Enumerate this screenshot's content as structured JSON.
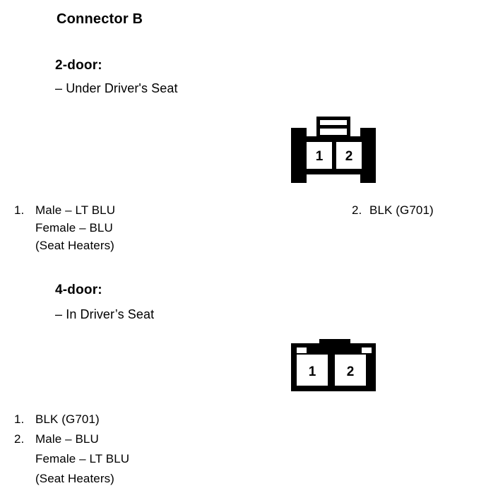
{
  "title": "Connector B",
  "sections": [
    {
      "heading": "2-door:",
      "location": "– Under Driver's Seat",
      "connector": {
        "style": "winged",
        "cavities": [
          "1",
          "2"
        ]
      },
      "legend_left": [
        {
          "num": "1.",
          "lines": [
            "Male – LT BLU",
            "Female – BLU",
            "(Seat Heaters)"
          ]
        }
      ],
      "legend_right": [
        {
          "num": "2.",
          "lines": [
            "BLK (G701)"
          ]
        }
      ]
    },
    {
      "heading": "4-door:",
      "location": "– In Driver’s Seat",
      "connector": {
        "style": "boxed",
        "cavities": [
          "1",
          "2"
        ]
      },
      "legend_left": [
        {
          "num": "1.",
          "lines": [
            "BLK (G701)"
          ]
        },
        {
          "num": "2.",
          "lines": [
            "Male – BLU",
            "Female – LT BLU",
            "(Seat Heaters)"
          ]
        }
      ],
      "legend_right": []
    }
  ],
  "colors": {
    "ink": "#000000",
    "paper": "#ffffff"
  }
}
